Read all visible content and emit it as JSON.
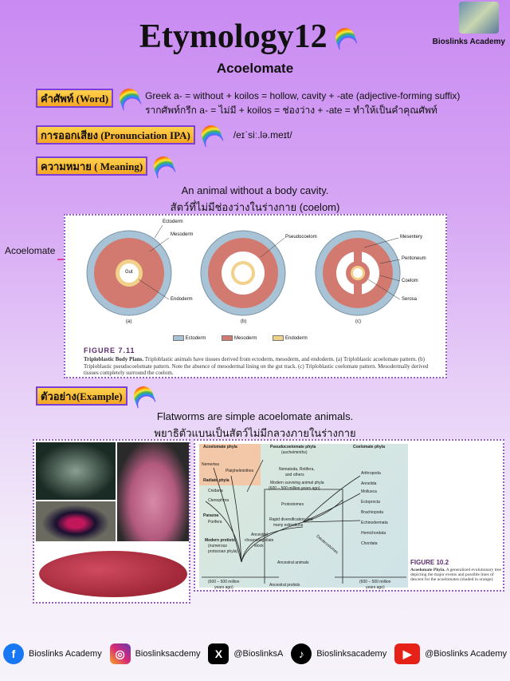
{
  "header": {
    "title": "Etymology12",
    "subtitle": "Acoelomate",
    "brand": "Bioslinks Academy"
  },
  "word": {
    "label": "คำศัพท์ (Word)",
    "line1": "Greek a- = without + koilos = hollow, cavity + -ate (adjective-forming suffix)",
    "line2": "รากศัพท์กรีก a- = ไม่มี + koilos = ช่องว่าง + -ate = ทำให้เป็นคำคุณศัพท์"
  },
  "pronunciation": {
    "label": "การออกเสียง (Pronunciation IPA)",
    "ipa": "/eɪˈsiː.lə.meɪt/"
  },
  "meaning": {
    "label": "ความหมาย ( Meaning)",
    "en": "An animal without a body cavity.",
    "th": "สัตว์ที่ไม่มีช่องว่างในร่างกาย (coelom)"
  },
  "figure1": {
    "pointer": "Acoelomate",
    "labels": {
      "ectoderm": "Ectoderm",
      "mesoderm": "Mesoderm",
      "gut": "Gut",
      "endoderm": "Endoderm",
      "pseudocoelom": "Pseudocoelom",
      "mesentery": "Mesentery",
      "peritoneum": "Peritoneum",
      "coelom": "Coelom",
      "serosa": "Serosa",
      "a": "(a)",
      "b": "(b)",
      "c": "(c)"
    },
    "legend": [
      "Ectoderm",
      "Mesoderm",
      "Endoderm"
    ],
    "colors": {
      "ectoderm": "#a9c3d6",
      "mesoderm": "#d27a70",
      "endoderm": "#f2d28a"
    },
    "title": "FIGURE 7.11",
    "caption_bold": "Triploblastic Body Plans.",
    "caption": "Triploblastic animals have tissues derived from ectoderm, mesoderm, and endoderm. (a) Triploblastic acoelomate pattern. (b) Triploblastic pseudocoelomate pattern. Note the absence of mesodermal lining on the gut track. (c) Triploblastic coelomate pattern. Mesodermally derived tissues completely surround the coelom."
  },
  "example": {
    "label": "ตัวอย่าง(Example)",
    "en": "Flatworms are simple acoelomate animals.",
    "th": "พยาธิตัวแบนเป็นสัตว์ไม่มีกลวงภายในร่างกาย"
  },
  "figure2": {
    "acoel": "Acoelomate phyla",
    "nemertea": "Nemertea",
    "platy": "Platyhelminthes",
    "pseudo": "Pseudocoelomate phyla",
    "pseudo_sub": "(aschelminths)",
    "coel": "Coelomate phyla",
    "nema": "Nematoda, Rotifera,",
    "nema2": "and others",
    "modern": "Modern surviving animal phyla",
    "modern2": "(600 – 500 million years ago)",
    "radiate": "Radiate phyla",
    "cnidaria": "Cnidaria",
    "cteno": "Ctenophora",
    "proto": "Protostomes",
    "rapid": "Rapid diversification and",
    "rapid2": "many extinctions",
    "parazoa": "Parazoa",
    "porifera": "Porifera",
    "choano": "Ancestral",
    "choano2": "choanoflagellate",
    "choano3": "stock",
    "protists": "Modern protists",
    "protists2": "(numerous",
    "protists3": "protozoan phyla)",
    "ancanim": "Ancestral animals",
    "ancprot": "Ancestral protists",
    "years": "(600 – 500 million",
    "years2": "years ago)",
    "deut": "Deuterostomes",
    "coelomates": [
      "Arthropoda",
      "Annelida",
      "Mollusca",
      "Ectoprocta",
      "Brachiopoda",
      "Echinodermata",
      "Hemichordata",
      "Chordata"
    ],
    "title": "FIGURE 10.2",
    "caption_bold": "Acoelomate Phyla.",
    "caption": "A generalized evolutionary tree depicting the major events and possible lines of descent for the acoelomates (shaded in orange)."
  },
  "footer": [
    {
      "icon": "facebook-icon",
      "text": "Bioslinks Academy",
      "color": "#1877f2"
    },
    {
      "icon": "instagram-icon",
      "text": "Bioslinksacdemy",
      "color": "#d62976"
    },
    {
      "icon": "x-icon",
      "text": "@BioslinksA",
      "color": "#000000"
    },
    {
      "icon": "tiktok-icon",
      "text": "Bioslinksacademy",
      "color": "#000000"
    },
    {
      "icon": "youtube-icon",
      "text": "@Bioslinks Academy",
      "color": "#e62117"
    }
  ]
}
